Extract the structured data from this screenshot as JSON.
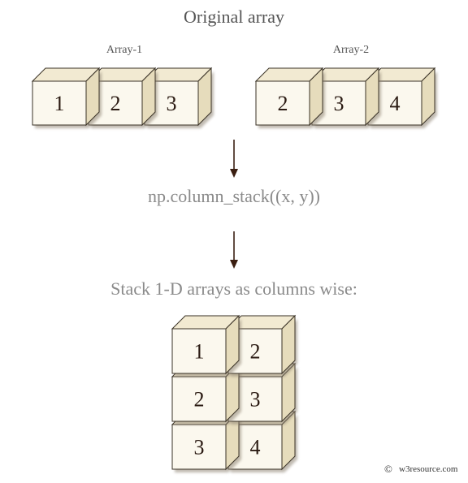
{
  "title": "Original array",
  "operation": "np.column_stack((x, y))",
  "result_caption": "Stack 1-D arrays as columns wise:",
  "watermark": {
    "symbol": "©",
    "text": "w3resource.com"
  },
  "arrays": [
    {
      "label": "Array-1",
      "values": [
        "1",
        "2",
        "3"
      ]
    },
    {
      "label": "Array-2",
      "values": [
        "2",
        "3",
        "4"
      ]
    }
  ],
  "result": {
    "rows": [
      [
        "1",
        "2"
      ],
      [
        "2",
        "3"
      ],
      [
        "3",
        "4"
      ]
    ]
  },
  "colors": {
    "cube_front": "#fbf8ee",
    "cube_top": "#f2ead2",
    "cube_side": "#e6dcbc",
    "cube_stroke": "#3a3226",
    "shadow": "#8e8372",
    "digit": "#2a1a12",
    "title_text": "#555555",
    "operation_text": "#8a8a8a",
    "arrow": "#3b1f12"
  }
}
